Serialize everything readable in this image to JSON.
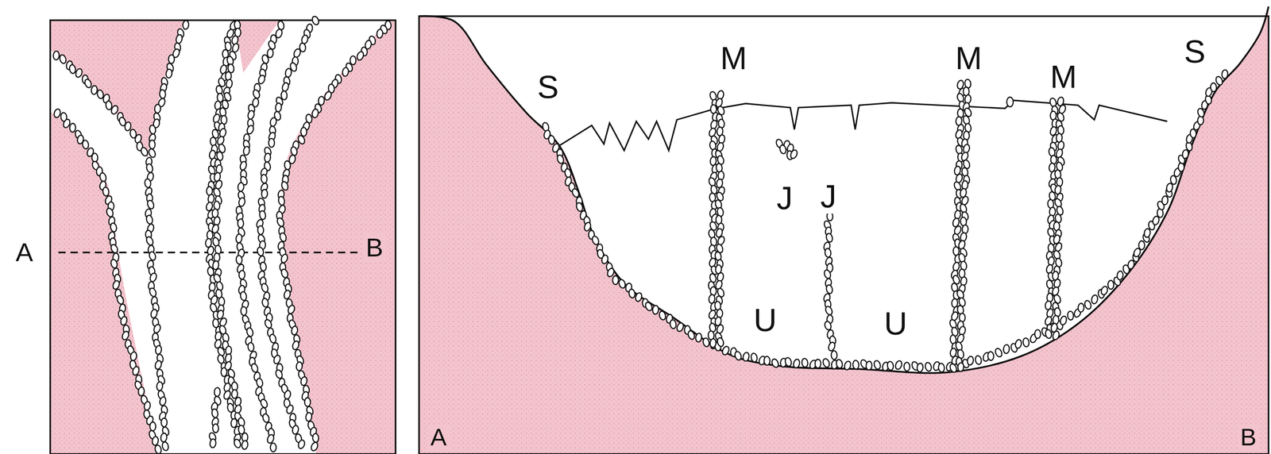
{
  "diagram": {
    "labels": [
      "A",
      "B",
      "S",
      "M",
      "M",
      "M",
      "S",
      "J",
      "J",
      "U",
      "U",
      "A",
      "B"
    ]
  }
}
